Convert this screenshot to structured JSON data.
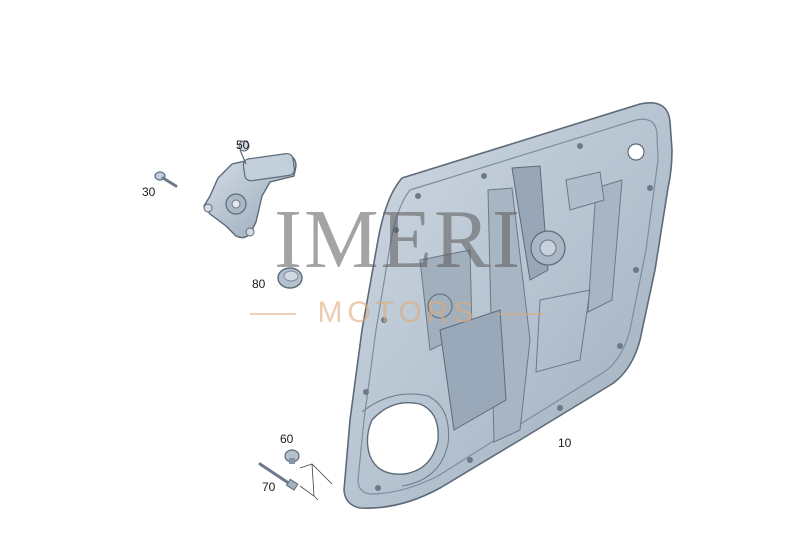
{
  "diagram": {
    "callouts": [
      {
        "id": "50",
        "label": "50"
      },
      {
        "id": "30",
        "label": "30"
      },
      {
        "id": "80",
        "label": "80"
      },
      {
        "id": "10",
        "label": "10"
      },
      {
        "id": "60",
        "label": "60"
      },
      {
        "id": "70",
        "label": "70"
      }
    ],
    "parts": [
      {
        "callout": "10",
        "icon": "door-carrier-panel"
      },
      {
        "callout": "50",
        "icon": "window-regulator-motor"
      },
      {
        "callout": "30",
        "icon": "screw"
      },
      {
        "callout": "80",
        "icon": "plug-cap"
      },
      {
        "callout": "60",
        "icon": "grommet"
      },
      {
        "callout": "70",
        "icon": "bolt"
      }
    ],
    "colors": {
      "part_fill": "#b9c6d3",
      "part_stroke": "#5d6a78",
      "part_dark": "#8796a6",
      "watermark_main": "#5a5a5a",
      "watermark_sub": "#deaa78"
    }
  },
  "watermark": {
    "main": "IMERI",
    "sub": "MOTORS"
  }
}
